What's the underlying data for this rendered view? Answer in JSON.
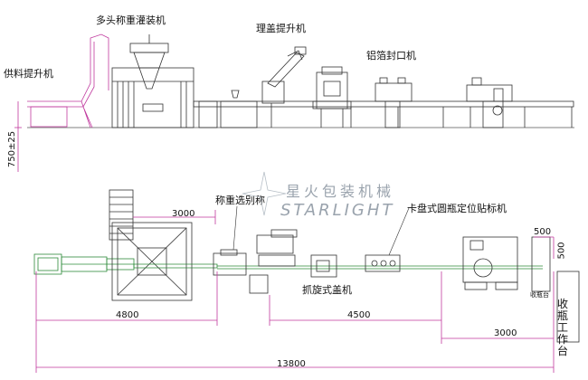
{
  "labels": {
    "feeder": "供料提升机",
    "multihead": "多头称重灌装机",
    "cap_elevator": "理盖提升机",
    "foil_sealer": "铝箔封口机",
    "checkweigher": "称重选别称",
    "labeler": "卡盘式圆瓶定位贴标机",
    "capper": "抓旋式盖机",
    "collect_table": "收瓶工作台",
    "height": "750±25"
  },
  "dimensions": {
    "d3000_top": "3000",
    "d4800": "4800",
    "d4500": "4500",
    "d3000_bottom": "3000",
    "d13800": "13800",
    "d500_a": "500",
    "d500_b": "500",
    "small_tag": "收瓶台"
  },
  "watermark": {
    "cn": "星火包装机械",
    "en": "STARLIGHT"
  },
  "colors": {
    "line": "#333333",
    "dimension": "#c0399e",
    "conveyor": "#2e8b3a",
    "watermark": "#9aa3ad"
  }
}
